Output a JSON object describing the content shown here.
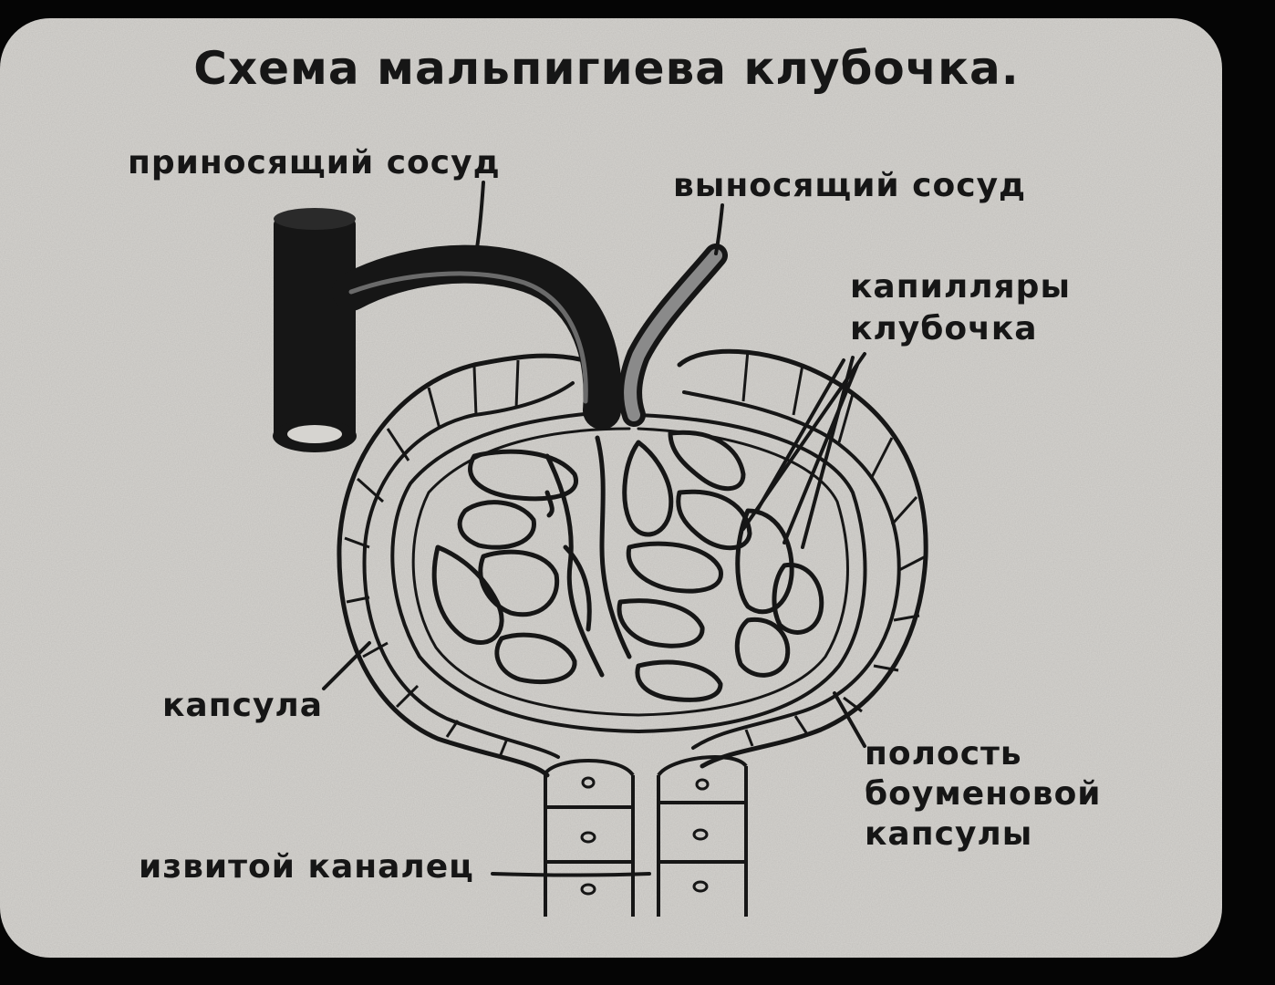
{
  "title": "Схема мальпигиева клубочка.",
  "labels": {
    "afferent": "приносящий сосуд",
    "efferent": "выносящий сосуд",
    "capillaries_line1": "капилляры",
    "capillaries_line2": "клубочка",
    "capsule": "капсула",
    "cavity_line1": "полость",
    "cavity_line2": "боуменовой",
    "cavity_line3": "капсулы",
    "tubule": "извитой каналец"
  },
  "colors": {
    "frame": "#050505",
    "slide": "#d6d4d0",
    "ink": "#161616"
  }
}
